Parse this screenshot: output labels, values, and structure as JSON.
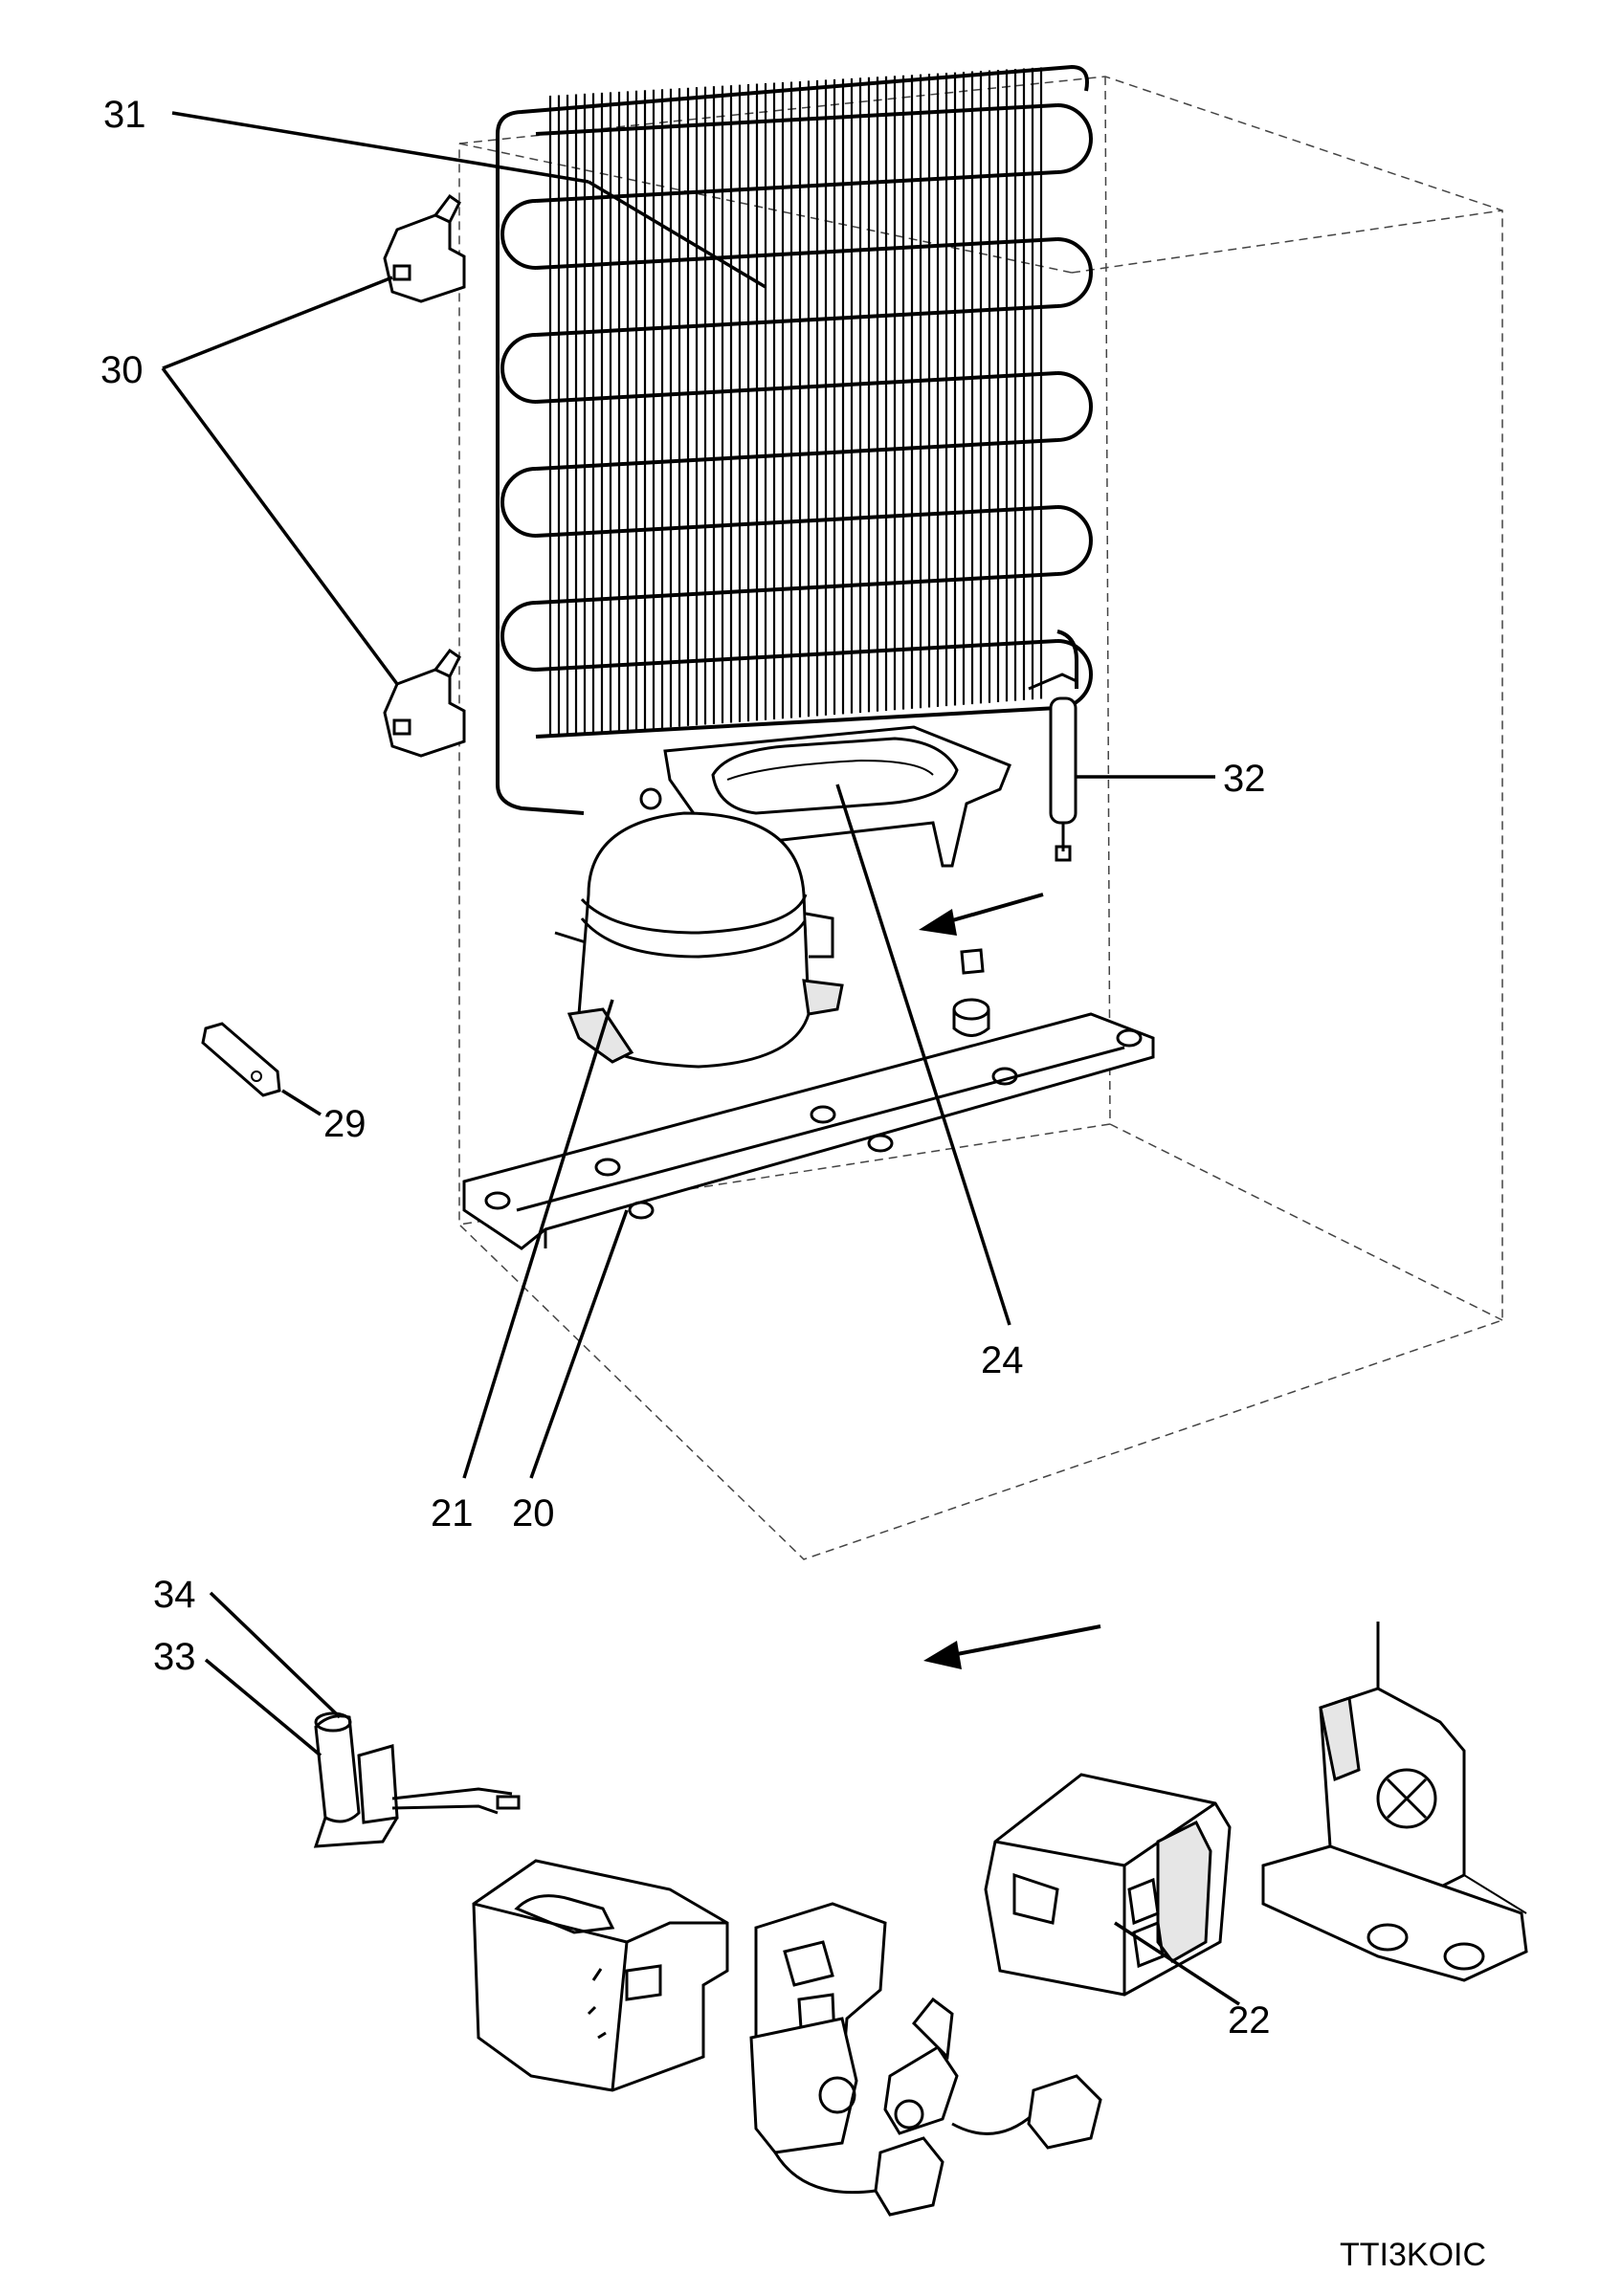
{
  "figure": {
    "drawing_code": "TTI3KOIC"
  },
  "callouts": [
    {
      "id": "c31",
      "text": "31"
    },
    {
      "id": "c30",
      "text": "30"
    },
    {
      "id": "c32",
      "text": "32"
    },
    {
      "id": "c29",
      "text": "29"
    },
    {
      "id": "c24",
      "text": "24"
    },
    {
      "id": "c21",
      "text": "21"
    },
    {
      "id": "c20",
      "text": "20"
    },
    {
      "id": "c34",
      "text": "34"
    },
    {
      "id": "c33",
      "text": "33"
    },
    {
      "id": "c22",
      "text": "22"
    }
  ],
  "colors": {
    "ink": "#000000",
    "background": "#ffffff",
    "shade": "#e6e6e6"
  }
}
